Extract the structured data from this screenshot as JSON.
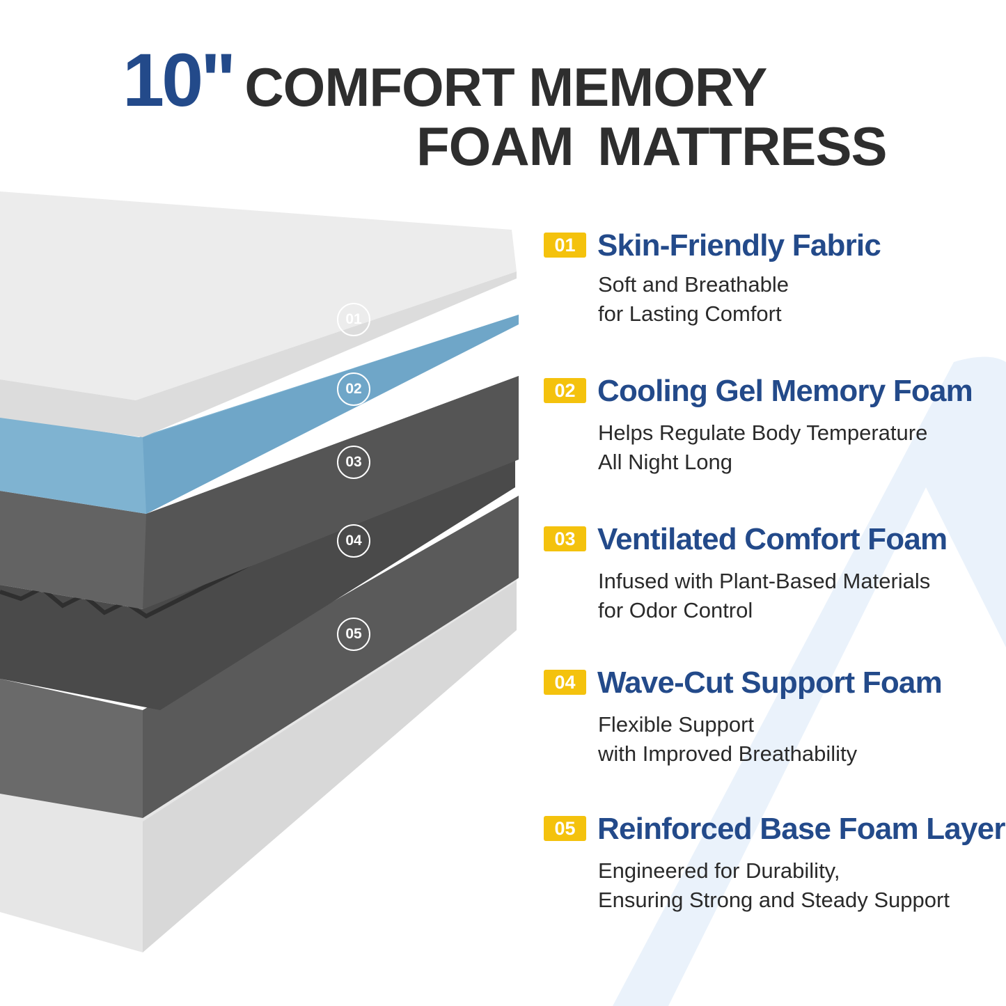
{
  "title": {
    "size": "10\"",
    "line1": "COMFORT MEMORY",
    "line2": "FOAM MATTRESS"
  },
  "colors": {
    "accent_blue": "#234a8a",
    "badge_yellow": "#f4c20d",
    "text_dark": "#2e2e2e"
  },
  "layer_markers": [
    "01",
    "02",
    "03",
    "04",
    "05"
  ],
  "features": [
    {
      "num": "01",
      "title": "Skin-Friendly Fabric",
      "line1": "Soft and Breathable",
      "line2": "for Lasting Comfort"
    },
    {
      "num": "02",
      "title": "Cooling Gel Memory Foam",
      "line1": "Helps Regulate Body Temperature",
      "line2": "All Night Long"
    },
    {
      "num": "03",
      "title": "Ventilated Comfort Foam",
      "line1": "Infused with Plant-Based Materials",
      "line2": "for Odor Control"
    },
    {
      "num": "04",
      "title": "Wave-Cut Support Foam",
      "line1": "Flexible Support",
      "line2": "with Improved Breathability"
    },
    {
      "num": "05",
      "title": "Reinforced Base Foam Layer",
      "line1": "Engineered for Durability,",
      "line2": "Ensuring Strong and Steady Support"
    }
  ]
}
